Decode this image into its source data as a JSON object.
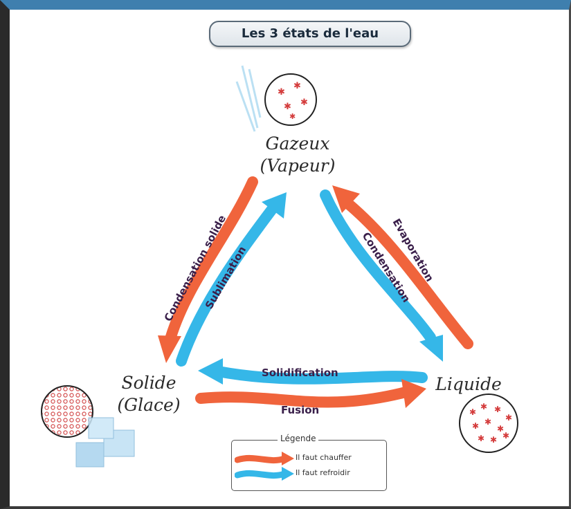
{
  "title": "Les 3 états de l'eau",
  "states": {
    "gas": {
      "line1": "Gazeux",
      "line2": "(Vapeur)"
    },
    "solid": {
      "line1": "Solide",
      "line2": "(Glace)"
    },
    "liquid": {
      "line1": "Liquide"
    }
  },
  "transitions": {
    "condensation_solide": "Condensation solide",
    "sublimation": "Sublimation",
    "condensation": "Condensation",
    "evaporation": "Evaporation",
    "solidification": "Solidification",
    "fusion": "Fusion"
  },
  "legend": {
    "title": "Légende",
    "heat": "Il faut chauffer",
    "cool": "Il faut refroidir"
  },
  "colors": {
    "heat": "#f0643c",
    "cool": "#35b7e8",
    "molecule": "#d43c3c"
  }
}
